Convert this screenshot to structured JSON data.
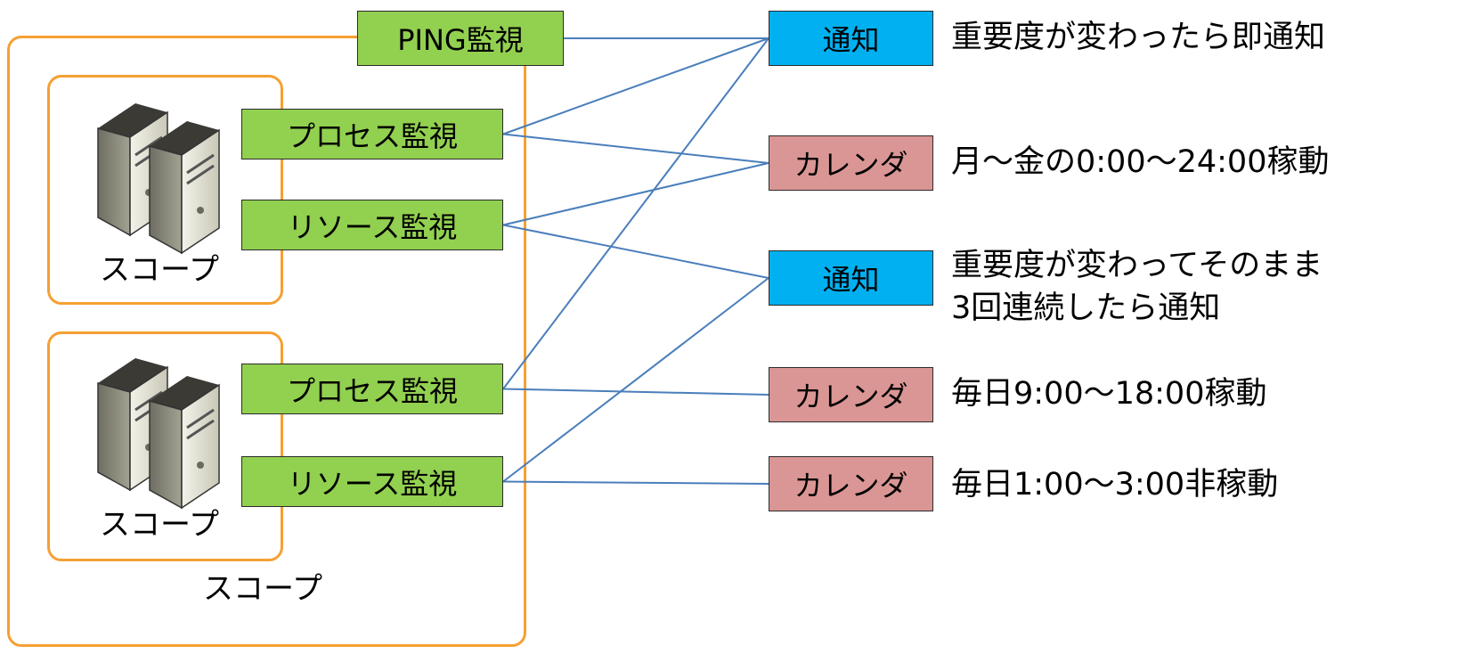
{
  "scopes": {
    "outer_label": "スコープ",
    "inner_top_label": "スコープ",
    "inner_bottom_label": "スコープ"
  },
  "monitors": {
    "ping": "PING監視",
    "process_top": "プロセス監視",
    "resource_top": "リソース監視",
    "process_bottom": "プロセス監視",
    "resource_bottom": "リソース監視"
  },
  "settings": {
    "notify_1": "通知",
    "calendar_1": "カレンダ",
    "notify_2": "通知",
    "calendar_2": "カレンダ",
    "calendar_3": "カレンダ"
  },
  "descriptions": {
    "notify_1": "重要度が変わったら即通知",
    "calendar_1": "月～金の0:00～24:00稼動",
    "notify_2_line1": "重要度が変わってそのまま",
    "notify_2_line2": "3回連続したら通知",
    "calendar_2": "毎日9:00～18:00稼動",
    "calendar_3": "毎日1:00～3:00非稼動"
  },
  "colors": {
    "scope_border": "#f5a033",
    "monitor_fill": "#92d050",
    "notify_fill": "#00b0f0",
    "calendar_fill": "#da9694",
    "connector": "#4a7ebb"
  },
  "icons": {
    "server": "server-icon"
  },
  "connections": [
    [
      "ping",
      "notify_1"
    ],
    [
      "process_top",
      "notify_1"
    ],
    [
      "process_top",
      "calendar_1"
    ],
    [
      "resource_top",
      "calendar_1"
    ],
    [
      "resource_top",
      "notify_2"
    ],
    [
      "process_bottom",
      "notify_1"
    ],
    [
      "process_bottom",
      "calendar_2"
    ],
    [
      "resource_bottom",
      "notify_2"
    ],
    [
      "resource_bottom",
      "calendar_3"
    ]
  ]
}
